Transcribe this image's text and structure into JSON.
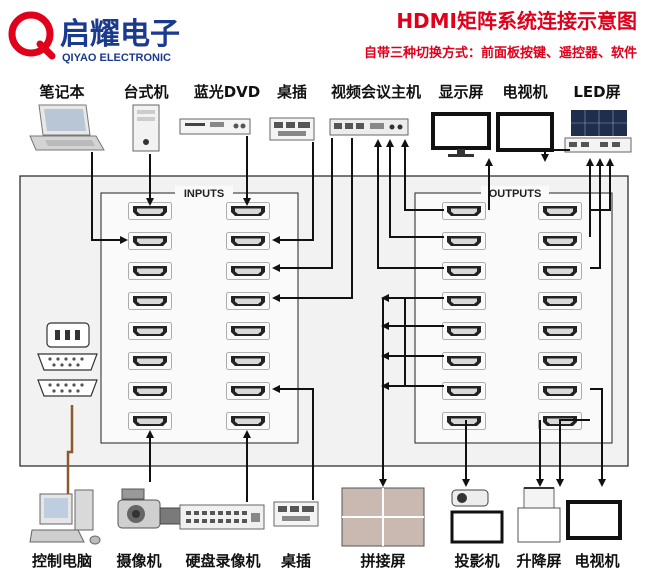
{
  "logo": {
    "name_cn": "启耀电子",
    "name_en": "QIYAO ELECTRONIC"
  },
  "title": "HDMI矩阵系统连接示意图",
  "subtitle": "自带三种切换方式：前面板按键、遥控器、软件",
  "colors": {
    "accent_red": "#e0001b",
    "logo_blue": "#1a3a8f",
    "line": "#111111",
    "control_cable": "#8b5a2b"
  },
  "inputs_label": "INPUTS",
  "outputs_label": "OUTPUTS",
  "top_devices": [
    {
      "label": "笔记本",
      "icon": "laptop-icon"
    },
    {
      "label": "台式机",
      "icon": "desktop-tower-icon"
    },
    {
      "label": "蓝光DVD",
      "icon": "bluray-player-icon"
    },
    {
      "label": "桌插",
      "icon": "desk-socket-icon"
    },
    {
      "label": "视频会议主机",
      "icon": "video-conference-host-icon"
    },
    {
      "label": "显示屏",
      "icon": "monitor-icon"
    },
    {
      "label": "电视机",
      "icon": "tv-icon"
    },
    {
      "label": "LED屏",
      "icon": "led-screen-icon"
    }
  ],
  "bottom_devices": [
    {
      "label": "控制电脑",
      "icon": "control-pc-icon"
    },
    {
      "label": "摄像机",
      "icon": "camcorder-icon"
    },
    {
      "label": "硬盘录像机",
      "icon": "dvr-icon"
    },
    {
      "label": "桌插",
      "icon": "desk-socket-icon"
    },
    {
      "label": "拼接屏",
      "icon": "video-wall-icon"
    },
    {
      "label": "投影机",
      "icon": "projector-icon"
    },
    {
      "label": "升降屏",
      "icon": "lift-screen-icon"
    },
    {
      "label": "电视机",
      "icon": "tv-icon"
    }
  ]
}
